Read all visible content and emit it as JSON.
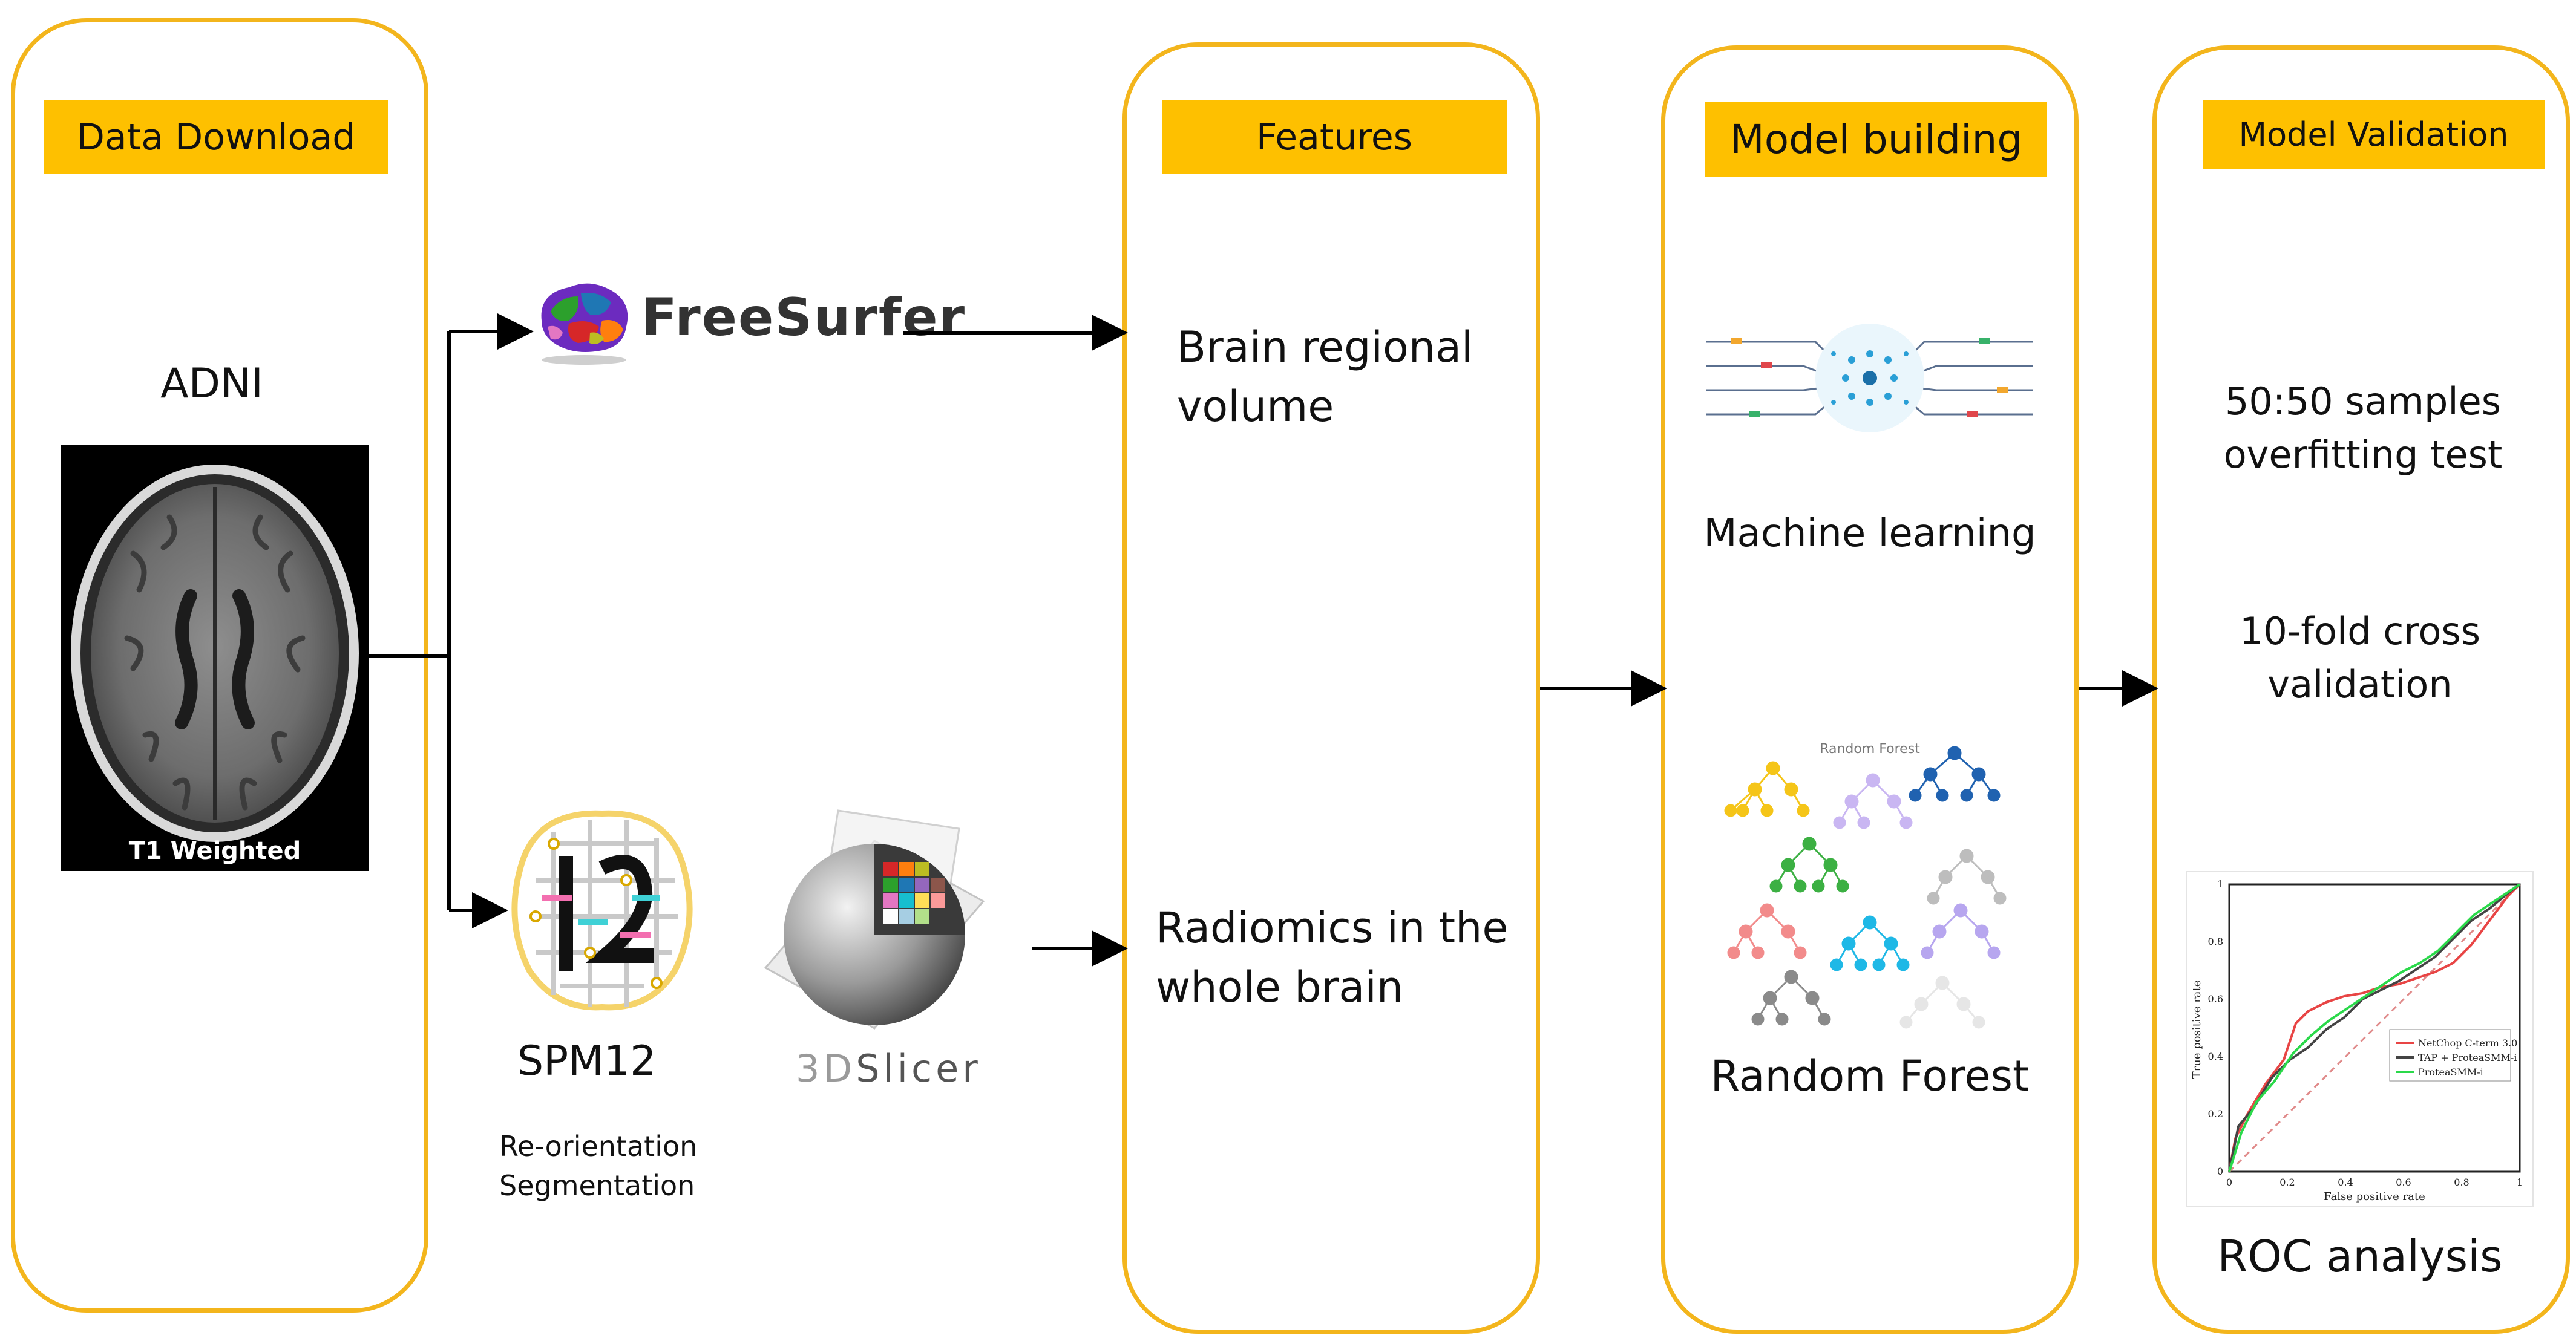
{
  "columns": {
    "download": {
      "header": "Data Download",
      "source": "ADNI",
      "mri_label": "T1 Weighted"
    },
    "tools": {
      "freesurfer": "FreeSurfer",
      "spm": "SPM12",
      "spm_steps": [
        "Re-orientation",
        "Segmentation"
      ],
      "slicer_prefix": "3D",
      "slicer_suffix": "Slicer"
    },
    "features": {
      "header": "Features",
      "items": [
        "Brain regional volume",
        "Radiomics in the whole brain"
      ]
    },
    "model": {
      "header": "Model building",
      "ml_label": "Machine learning",
      "rf_label": "Random Forest",
      "rf_title": "Random Forest"
    },
    "validation": {
      "header": "Model Validation",
      "test1": "50:50 samples overfitting test",
      "test2": "10-fold cross validation",
      "roc_label": "ROC analysis",
      "roc_legend": [
        "NetChop C-term 3.0",
        "TAP + ProteaSMM-i",
        "ProteaSMM-i"
      ],
      "roc_xlabel": "False positive rate",
      "roc_ylabel": "True positive rate"
    }
  },
  "colors": {
    "column_border": "#f3b51c",
    "header_fill": "#fec000",
    "arrow": "#000000"
  }
}
